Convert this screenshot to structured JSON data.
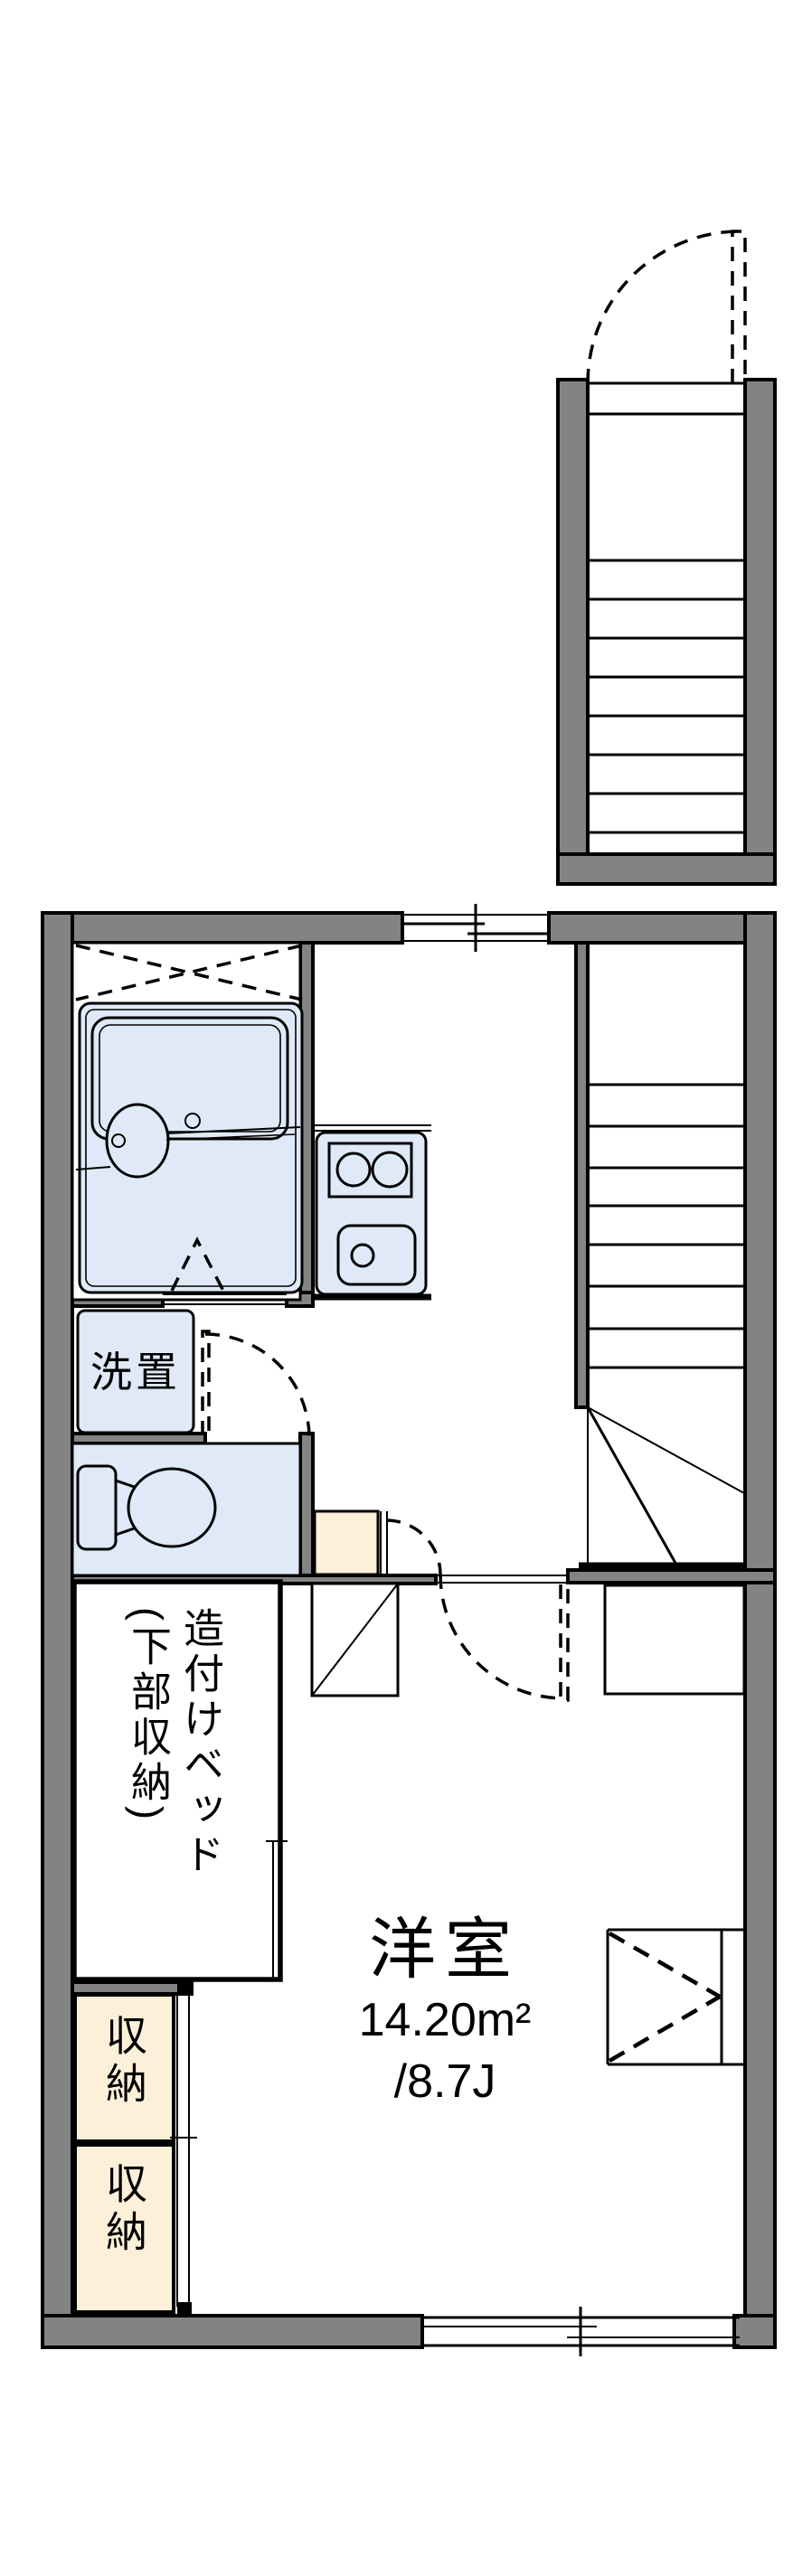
{
  "plan": {
    "labels": {
      "laundry": "洗置",
      "bed_line1": "造付けベッド",
      "bed_line2": "(下部収納)",
      "storage_top": "収納",
      "storage_bottom": "収納",
      "room_name": "洋室",
      "room_area_sqm": "14.20m²",
      "room_area_tatami": "/8.7J"
    },
    "colors": {
      "wall_fill": "#838383",
      "outline": "#000000",
      "fixture_fill": "#dfe9f7",
      "storage_fill": "#fcf0d8",
      "background": "#ffffff"
    }
  }
}
